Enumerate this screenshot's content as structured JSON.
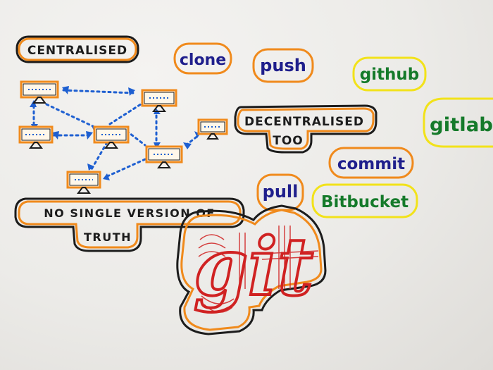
{
  "labels": {
    "centralised": "CENTRALISED",
    "decentralised_line1": "DECENTRALISED",
    "decentralised_line2": "TOO",
    "no_single_line1": "NO SINGLE VERSION OF",
    "no_single_line2": "TRUTH",
    "clone": "clone",
    "push": "push",
    "github": "github",
    "gitlab": "gitlab",
    "commit": "commit",
    "pull": "pull",
    "bitbucket": "Bitbucket",
    "git_logo": "git"
  },
  "colors": {
    "paper": "#ecebe8",
    "orange": "#f08a1c",
    "black_outline": "#1c1c1c",
    "navy_text": "#1f1f8c",
    "green_text": "#157a2a",
    "yellow_outline": "#f2e21a",
    "red_git": "#d02222",
    "blue_arrows": "#1e5fd1"
  }
}
